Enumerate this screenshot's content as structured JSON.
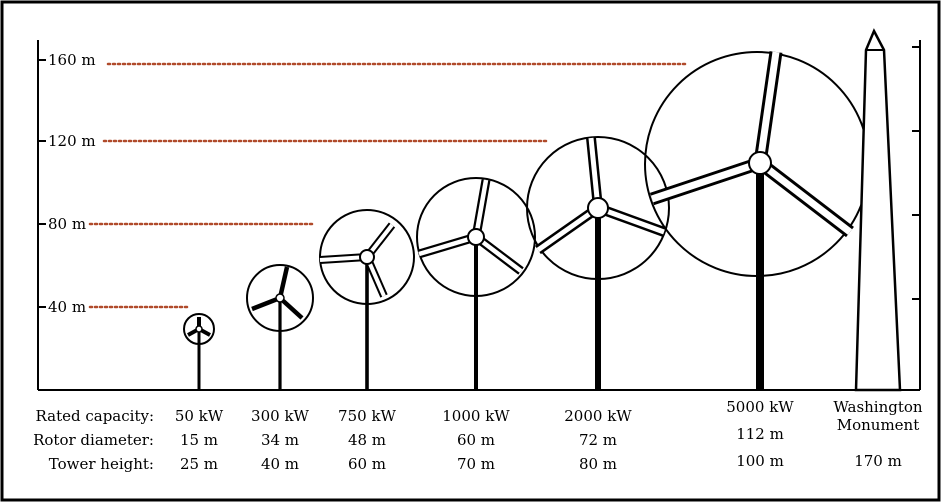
{
  "diagram": {
    "y_axis": {
      "ticks": [
        "40 m",
        "80 m",
        "120 m",
        "160 m"
      ]
    },
    "row_labels": {
      "rated_capacity": "Rated capacity:",
      "rotor_diameter": "Rotor diameter:",
      "tower_height": "Tower height:"
    },
    "turbines": [
      {
        "rated_capacity": "50 kW",
        "rotor_diameter": "15 m",
        "tower_height": "25 m"
      },
      {
        "rated_capacity": "300 kW",
        "rotor_diameter": "34 m",
        "tower_height": "40 m"
      },
      {
        "rated_capacity": "750 kW",
        "rotor_diameter": "48 m",
        "tower_height": "60 m"
      },
      {
        "rated_capacity": "1000 kW",
        "rotor_diameter": "60 m",
        "tower_height": "70 m"
      },
      {
        "rated_capacity": "2000 kW",
        "rotor_diameter": "72 m",
        "tower_height": "80 m"
      },
      {
        "rated_capacity": "5000 kW",
        "rotor_diameter": "112 m",
        "tower_height": "100 m"
      }
    ],
    "monument": {
      "name_line1": "Washington",
      "name_line2": "Monument",
      "height": "170 m"
    },
    "colors": {
      "ink": "#000000",
      "dotted_line": "#b04a2a",
      "background": "#ffffff"
    }
  }
}
